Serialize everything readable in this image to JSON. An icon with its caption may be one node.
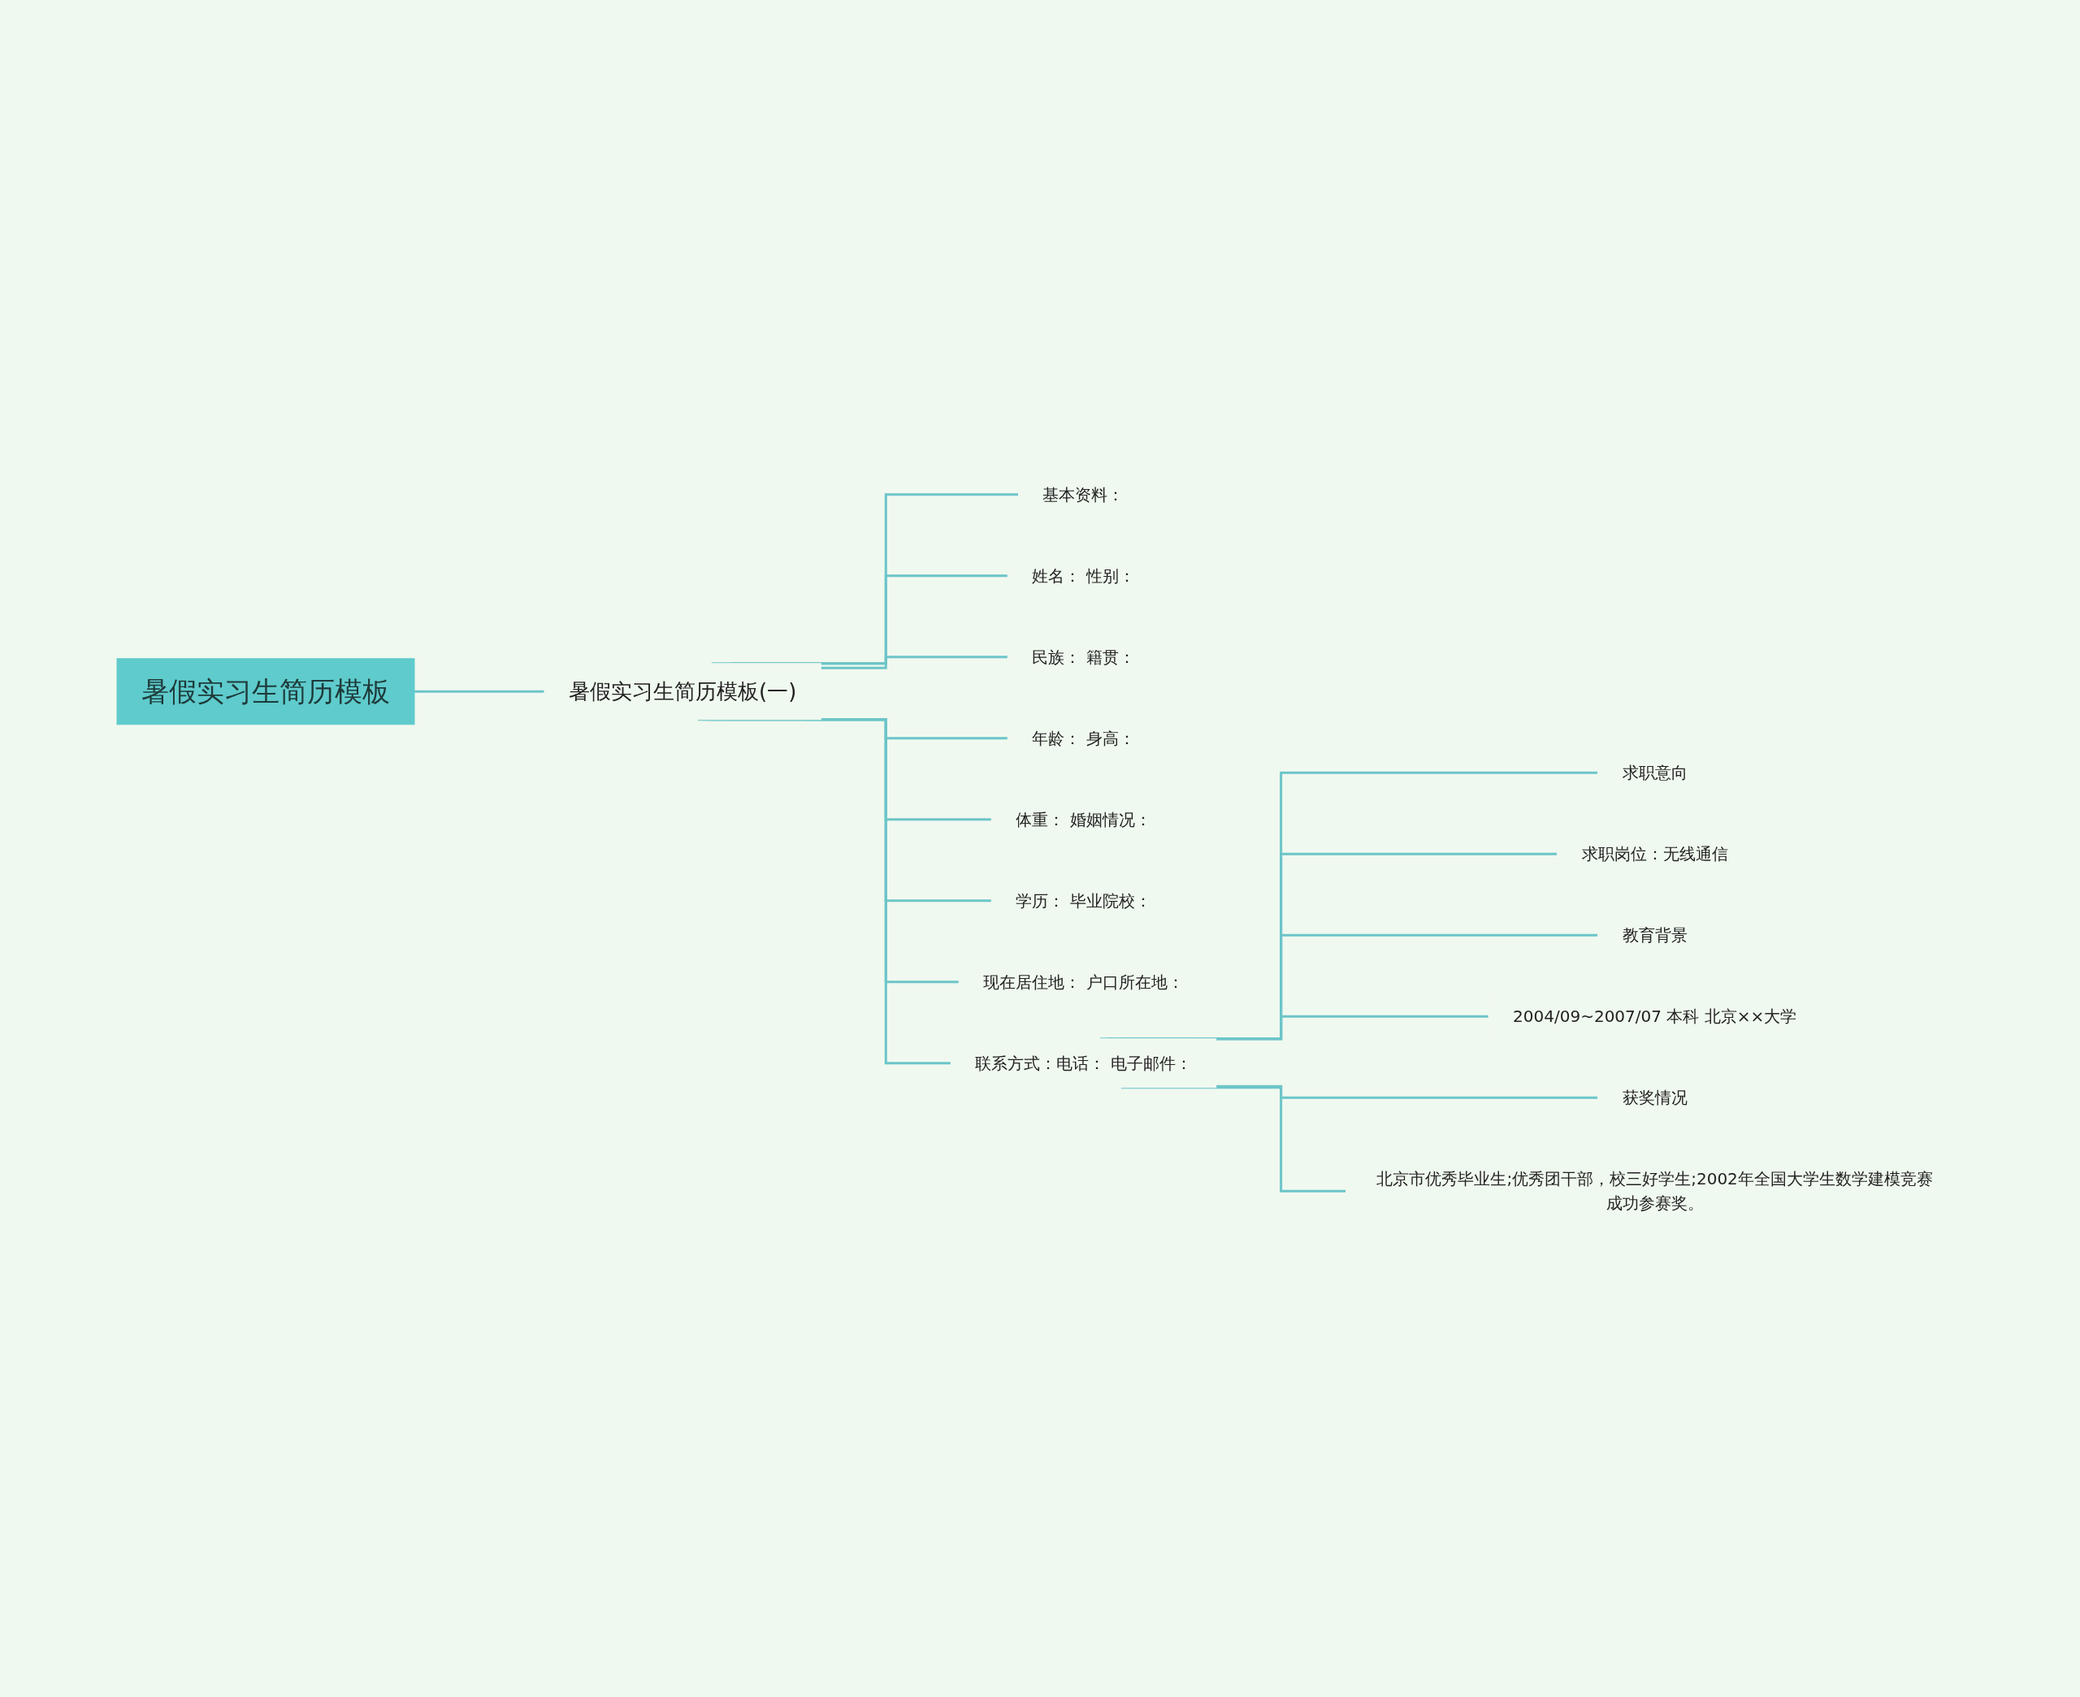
{
  "diagram": {
    "nodes": [
      {
        "text": [
          "暑假实习生简历模板"
        ]
      },
      {
        "text": [
          "暑假实习生简历模板(一)"
        ]
      },
      {
        "text": [
          "基本资料："
        ]
      },
      {
        "text": [
          "姓名： 性别："
        ]
      },
      {
        "text": [
          "民族： 籍贯："
        ]
      },
      {
        "text": [
          "年龄： 身高："
        ]
      },
      {
        "text": [
          "体重： 婚姻情况："
        ]
      },
      {
        "text": [
          "学历： 毕业院校："
        ]
      },
      {
        "text": [
          "现在居住地： 户口所在地："
        ]
      },
      {
        "text": [
          "联系方式：电话： 电子邮件："
        ]
      },
      {
        "text": [
          "求职意向"
        ]
      },
      {
        "text": [
          "求职岗位：无线通信"
        ]
      },
      {
        "text": [
          "教育背景"
        ]
      },
      {
        "text": [
          "2004/09~2007/07 本科 北京××大学"
        ]
      },
      {
        "text": [
          "获奖情况"
        ]
      },
      {
        "text": [
          "北京市优秀毕业生;优秀团干部，校三好学生;2002年全国大学生数学建模竞赛成功参赛奖。"
        ]
      }
    ],
    "edges": [
      {
        "from": 0,
        "to": 1,
        "arrow": "none"
      },
      {
        "from": 1,
        "to": 2,
        "arrow": "none"
      },
      {
        "from": 1,
        "to": 3,
        "arrow": "none"
      },
      {
        "from": 1,
        "to": 4,
        "arrow": "none"
      },
      {
        "from": 1,
        "to": 5,
        "arrow": "none"
      },
      {
        "from": 1,
        "to": 6,
        "arrow": "none"
      },
      {
        "from": 1,
        "to": 7,
        "arrow": "none"
      },
      {
        "from": 1,
        "to": 8,
        "arrow": "none"
      },
      {
        "from": 1,
        "to": 9,
        "arrow": "none"
      },
      {
        "from": 9,
        "to": 10,
        "arrow": "none"
      },
      {
        "from": 9,
        "to": 11,
        "arrow": "none"
      },
      {
        "from": 9,
        "to": 12,
        "arrow": "none"
      },
      {
        "from": 9,
        "to": 13,
        "arrow": "none"
      },
      {
        "from": 9,
        "to": 14,
        "arrow": "none"
      },
      {
        "from": 9,
        "to": 15,
        "arrow": "none"
      }
    ]
  }
}
